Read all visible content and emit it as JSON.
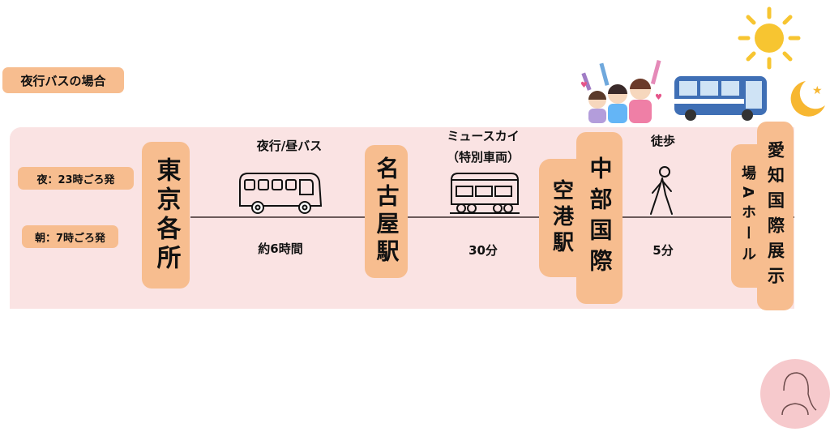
{
  "header": {
    "case_label": "夜行バスの場合"
  },
  "departures": {
    "night": "夜：23時ごろ発",
    "morning": "朝：7時ごろ発"
  },
  "stations": {
    "start": "東京各所",
    "nagoya": "名古屋駅",
    "airport_a": "中部国際",
    "airport_b": "空港駅",
    "venue_a": "愛知国際展示",
    "venue_b": "場Aホール"
  },
  "legs": [
    {
      "mode": "夜行/昼バス",
      "duration": "約6時間",
      "icon": "bus-icon"
    },
    {
      "mode": "ミュースカイ",
      "mode_sub": "（特別車両）",
      "duration": "30分",
      "icon": "train-icon"
    },
    {
      "mode": "徒歩",
      "duration": "5分",
      "icon": "walking-person-icon"
    }
  ],
  "colors": {
    "band": "#fae3e3",
    "box": "#f7bd8f",
    "line": "#6b5a5a"
  }
}
